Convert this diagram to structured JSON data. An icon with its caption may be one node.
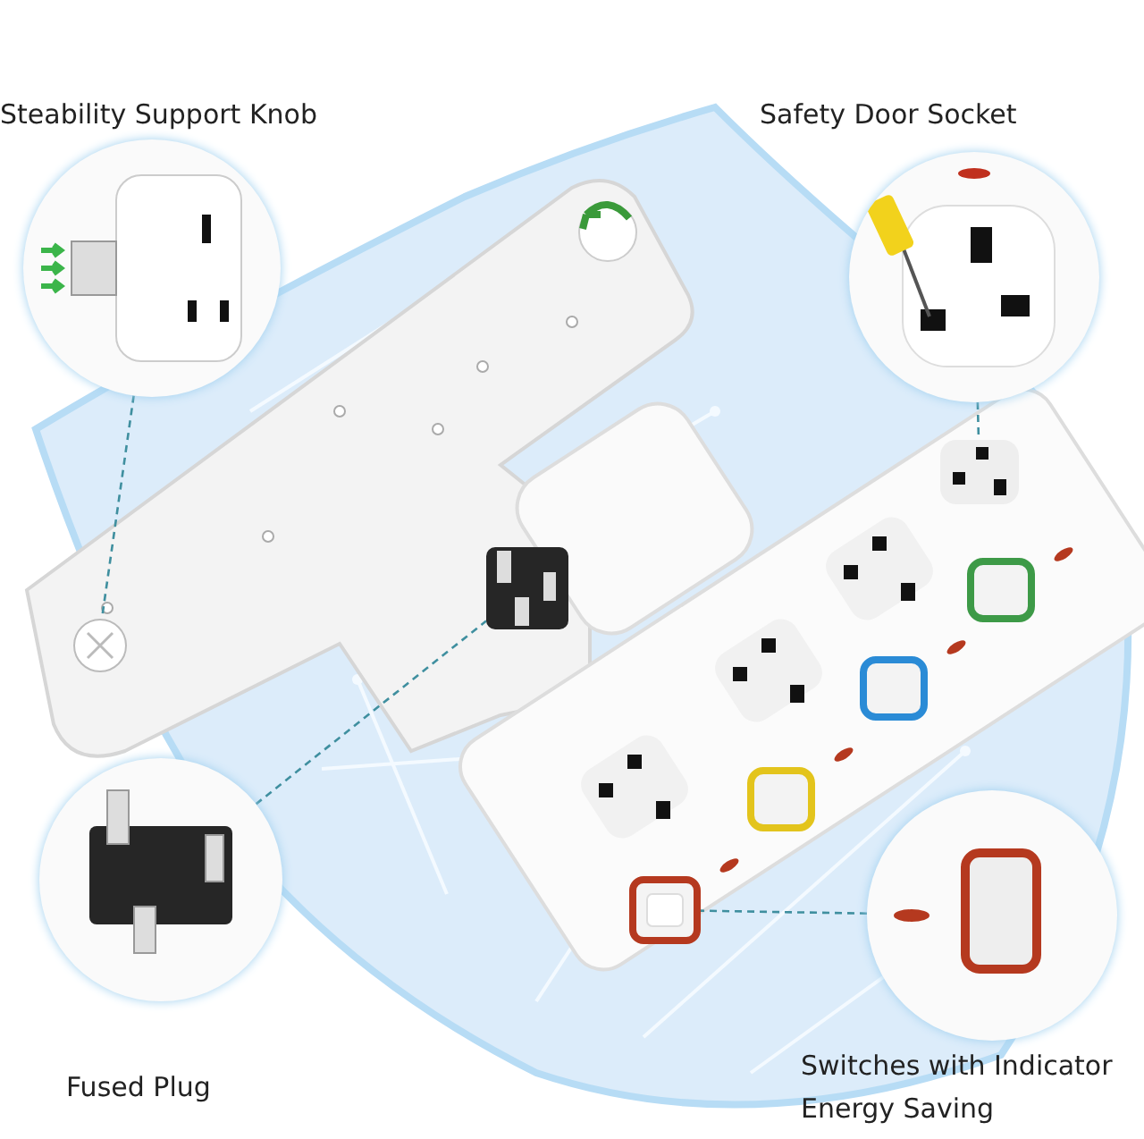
{
  "diagram": {
    "nodes": [
      {
        "text": [
          "Steability Support Knob"
        ]
      },
      {
        "text": [
          "Safety Door Socket"
        ]
      },
      {
        "text": [
          "Fused Plug"
        ]
      },
      {
        "text": [
          "Switches with Indicator Energy Saving"
        ]
      },
      {
        "text": [],
        "shape": "picture"
      },
      {
        "text": [],
        "shape": "picture"
      },
      {
        "text": [],
        "shape": "picture"
      },
      {
        "text": [],
        "shape": "picture"
      }
    ],
    "edges": [
      {
        "from": 0,
        "to": 4,
        "arrow": "none"
      },
      {
        "from": 1,
        "to": 5,
        "arrow": "none"
      },
      {
        "from": 2,
        "to": 6,
        "arrow": "none"
      },
      {
        "from": 3,
        "to": 7,
        "arrow": "none"
      }
    ]
  }
}
